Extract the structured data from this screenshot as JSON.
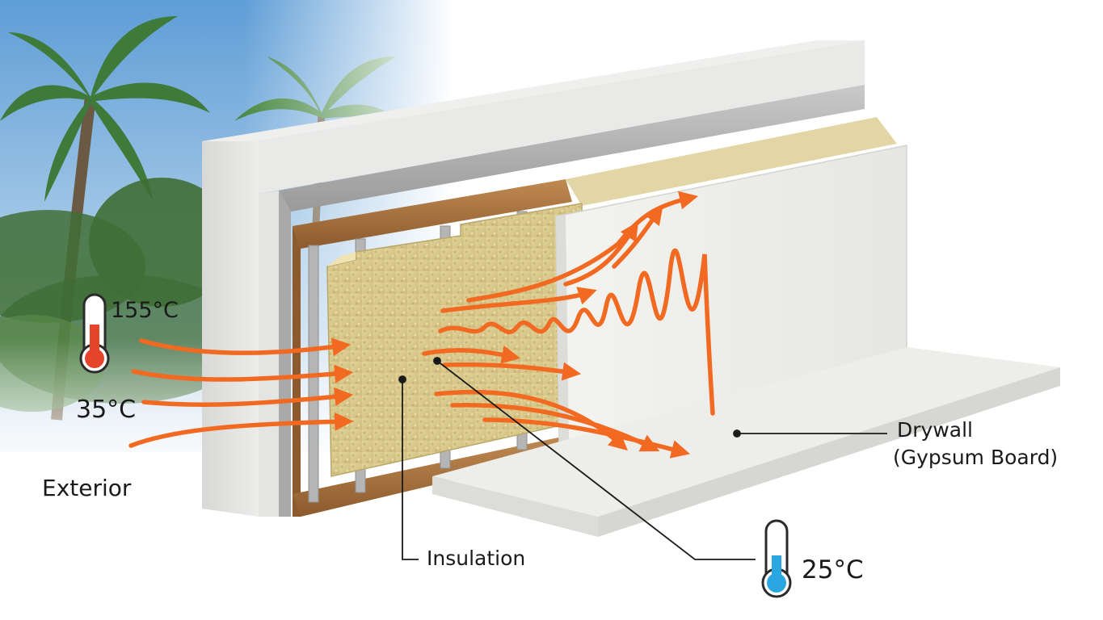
{
  "labels": {
    "exterior_peak_temp": "155°C",
    "exterior_temp": "35°C",
    "exterior": "Exterior",
    "insulation": "Insulation",
    "drywall_line1": "Drywall",
    "drywall_line2": "(Gypsum Board)",
    "interior_temp": "25°C"
  },
  "icons": {
    "exterior_thermometer": "thermometer-hot-icon",
    "interior_thermometer": "thermometer-cold-icon",
    "heat_flow": "heat-arrow-icon"
  },
  "colors": {
    "heat_arrow": "#f26a21",
    "hot_mercury": "#e5432a",
    "cold_mercury": "#2aa7e0",
    "insulation": "#d9c98c",
    "timber": "#a8733f",
    "concrete": "#e7e7e5",
    "drywall": "#ecece8",
    "sky": "#7fb3dc",
    "foliage": "#3f6e35"
  }
}
